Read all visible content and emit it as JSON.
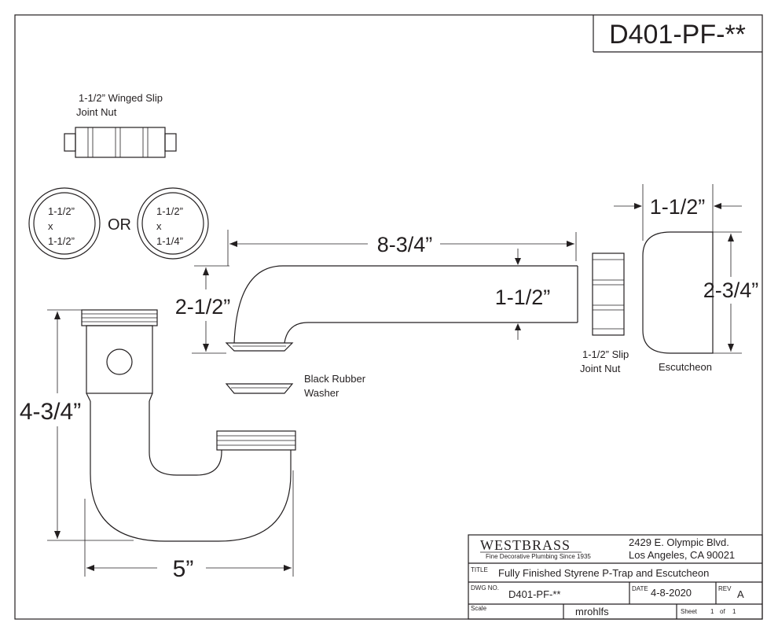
{
  "drawing": {
    "part_number": "D401-PF-**",
    "labels": {
      "winged_nut": [
        "1-1/2” Winged Slip",
        "Joint Nut"
      ],
      "washer_a": [
        "1-1/2”",
        "x",
        "1-1/2”"
      ],
      "or": "OR",
      "washer_b": [
        "1-1/2”",
        "x",
        "1-1/4”"
      ],
      "rubber_washer": [
        "Black Rubber",
        "Washer"
      ],
      "slip_nut": [
        "1-1/2” Slip",
        "Joint Nut"
      ],
      "escutcheon": "Escutcheon"
    },
    "dimensions": {
      "arm_length": "8-3/4”",
      "arm_diameter": "1-1/2”",
      "arm_height": "2-1/2”",
      "escutcheon_depth": "1-1/2”",
      "escutcheon_height": "2-3/4”",
      "trap_height": "4-3/4”",
      "trap_width": "5”"
    }
  },
  "title_block": {
    "company": "WESTBRASS",
    "tagline": "Fine Decorative Plumbing Since 1935",
    "address_1": "2429 E. Olympic Blvd.",
    "address_2": "Los Angeles, CA 90021",
    "title_label": "TITLE",
    "title": "Fully Finished Styrene P-Trap and Escutcheon",
    "dwg_label": "DWG NO.",
    "dwg_no": "D401-PF-**",
    "date_label": "DATE",
    "date": "4-8-2020",
    "rev_label": "REV",
    "rev": "A",
    "scale_label": "Scale",
    "drawn_by": "mrohlfs",
    "sheet_label": "Sheet",
    "sheet_no": "1",
    "sheet_of": "of",
    "sheet_total": "1"
  }
}
